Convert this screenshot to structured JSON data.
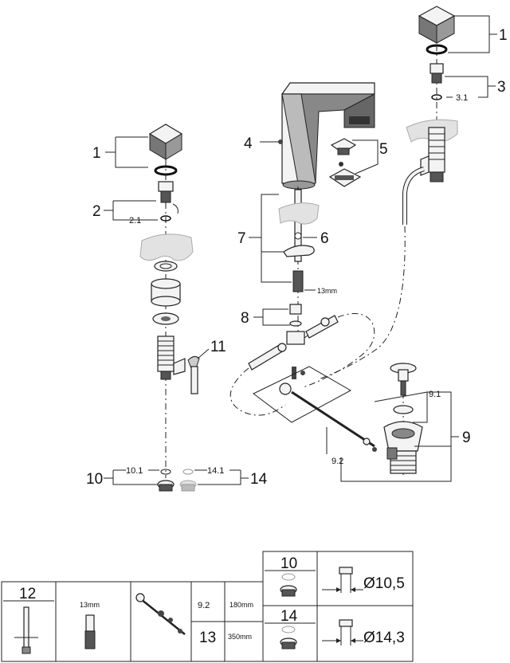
{
  "callouts": {
    "c1_left": "1",
    "c1_right": "1",
    "c2": "2",
    "c2_1": "2.1",
    "c3": "3",
    "c3_1": "3.1",
    "c4": "4",
    "c5": "5",
    "c6": "6",
    "c7": "7",
    "c8": "8",
    "c9": "9",
    "c9_1": "9.1",
    "c9_2": "9.2",
    "c10": "10",
    "c10_1": "10.1",
    "c11": "11",
    "c14": "14",
    "c14_1": "14.1",
    "size_13mm": "13mm"
  },
  "table": {
    "cell_12": "12",
    "cell_13mm": "13mm",
    "cell_9_2": "9.2",
    "cell_180mm": "180mm",
    "cell_13": "13",
    "cell_350mm": "350mm",
    "cell_10": "10",
    "cell_d10_5": "Ø10,5",
    "cell_14": "14",
    "cell_d14_3": "Ø14,3"
  }
}
